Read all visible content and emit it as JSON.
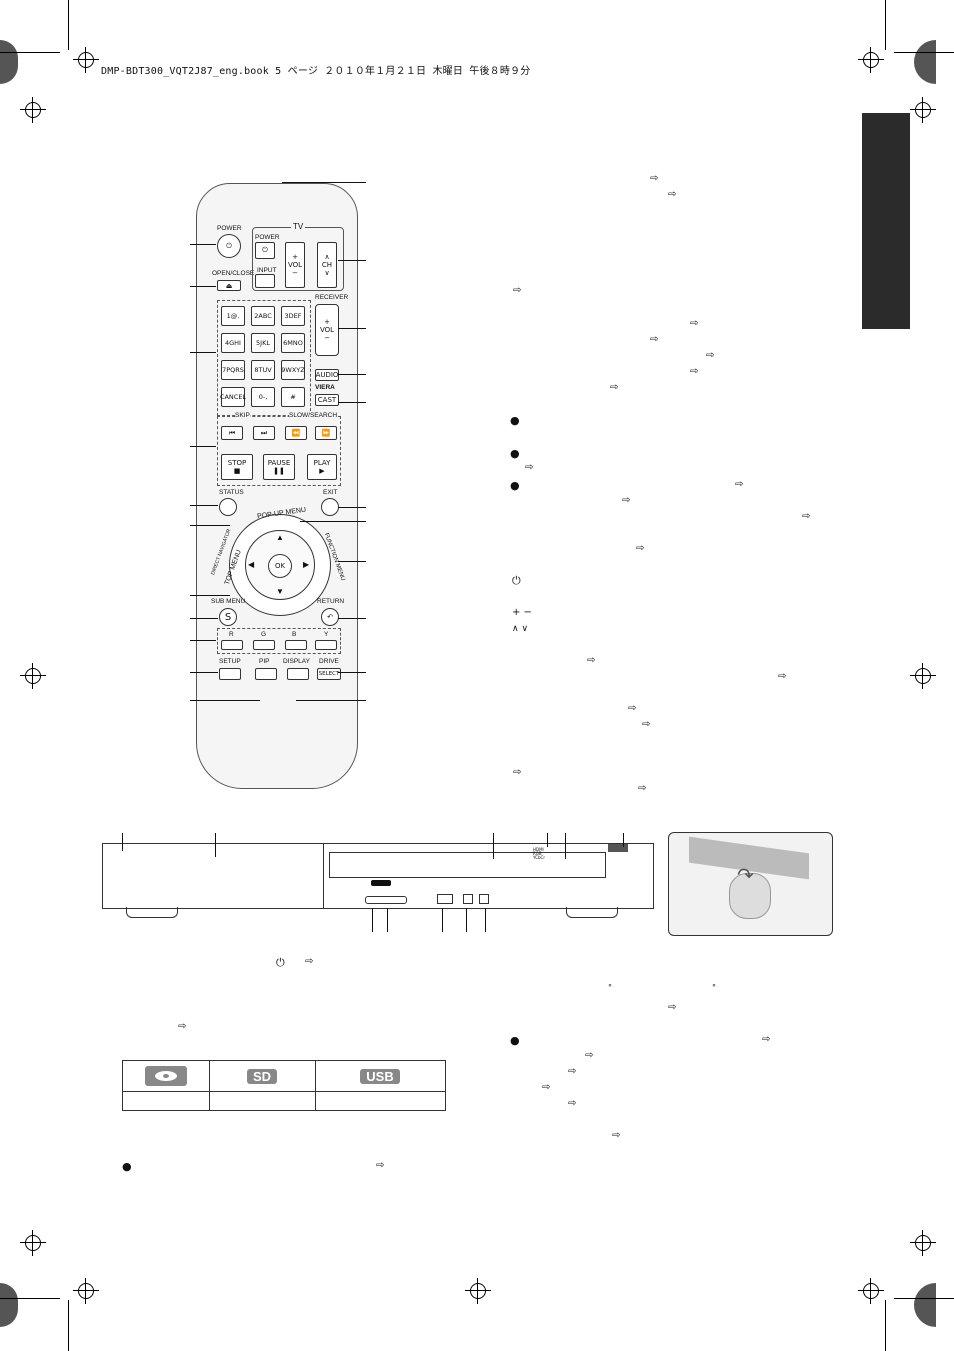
{
  "header": {
    "file_line": "DMP-BDT300_VQT2J87_eng.book  5 ページ  ２０１０年１月２１日  木曜日  午後８時９分"
  },
  "remote": {
    "power_label": "POWER",
    "open_close_label": "OPEN/CLOSE",
    "tv_label": "TV",
    "tv_power_label": "POWER",
    "input_label": "INPUT",
    "vol_label": "VOL",
    "ch_label": "CH",
    "receiver_label": "RECEIVER",
    "receiver_vol_label": "VOL",
    "keys": [
      "1@.",
      "2ABC",
      "3DEF",
      "4GHI",
      "5JKL",
      "6MNO",
      "7PQRS",
      "8TUV",
      "9WXYZ",
      "CANCEL",
      "0-,",
      "#"
    ],
    "audio_label": "AUDIO",
    "viera_label": "VIERA",
    "cast_label": "CAST",
    "skip_label": "SKIP",
    "slow_search_label": "SLOW/SEARCH",
    "stop_label": "STOP",
    "pause_label": "PAUSE",
    "play_label": "PLAY",
    "status_label": "STATUS",
    "exit_label": "EXIT",
    "popup_menu_label": "POP-UP MENU",
    "top_menu_label": "TOP MENU",
    "direct_navigator_label": "DIRECT NAVIGATOR",
    "function_menu_label": "FUNCTION MENU",
    "ok_label": "OK",
    "sub_menu_label": "SUB MENU",
    "return_label": "RETURN",
    "s_label": "S",
    "color_keys": [
      "R",
      "G",
      "B",
      "Y"
    ],
    "setup_label": "SETUP",
    "pip_label": "PIP",
    "display_label": "DISPLAY",
    "drive_label": "DRIVE",
    "select_label": "SELECT"
  },
  "player": {
    "hdmi_label": "HDMI\nRGB\nYCbCr"
  },
  "media_table": {
    "headers": [
      "disc-icon",
      "SD",
      "USB"
    ]
  },
  "symbols": {
    "power_symbol": "⏻",
    "plus_minus": "+  −",
    "up_down": "∧  ∨",
    "degree": "°"
  }
}
